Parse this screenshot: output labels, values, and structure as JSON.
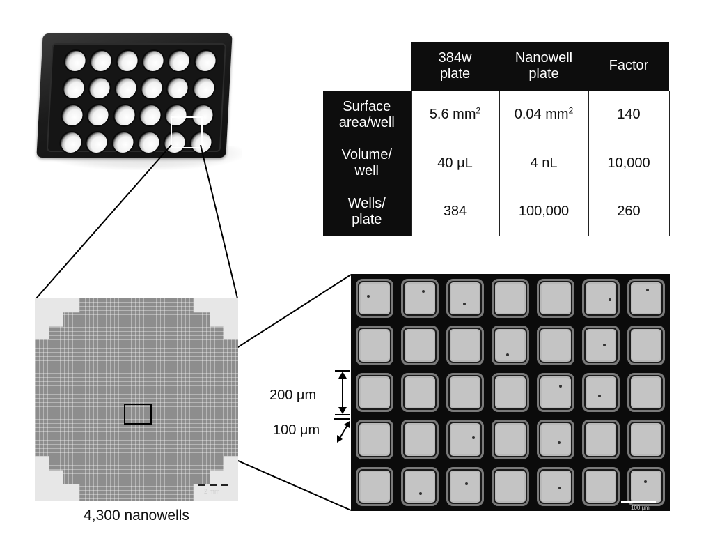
{
  "table": {
    "columns": [
      "384w\nplate",
      "Nanowell\nplate",
      "Factor"
    ],
    "col1": {
      "line1": "384w",
      "line2": "plate"
    },
    "col2": {
      "line1": "Nanowell",
      "line2": "plate"
    },
    "col3": "Factor",
    "rows": [
      {
        "label1": "Surface",
        "label2": "area/well",
        "v384_num": "5.6 mm",
        "v384_sup": "2",
        "vnano_num": "0.04 mm",
        "vnano_sup": "2",
        "factor": "140"
      },
      {
        "label1": "Volume/",
        "label2": "well",
        "v384": "40 μL",
        "vnano": "4 nL",
        "factor": "10,000"
      },
      {
        "label1": "Wells/",
        "label2": "plate",
        "v384": "384",
        "vnano": "100,000",
        "factor": "260"
      }
    ]
  },
  "wafer": {
    "caption": "4,300 nanowells",
    "scale_label": "2 mm"
  },
  "micrograph": {
    "dim_large": "200 μm",
    "dim_small": "100 μm",
    "scale_label": "100 μm"
  },
  "colors": {
    "plate": "#1b1b1b",
    "table_header": "#0d0d0d",
    "micro_well": "#c4c4c4"
  }
}
